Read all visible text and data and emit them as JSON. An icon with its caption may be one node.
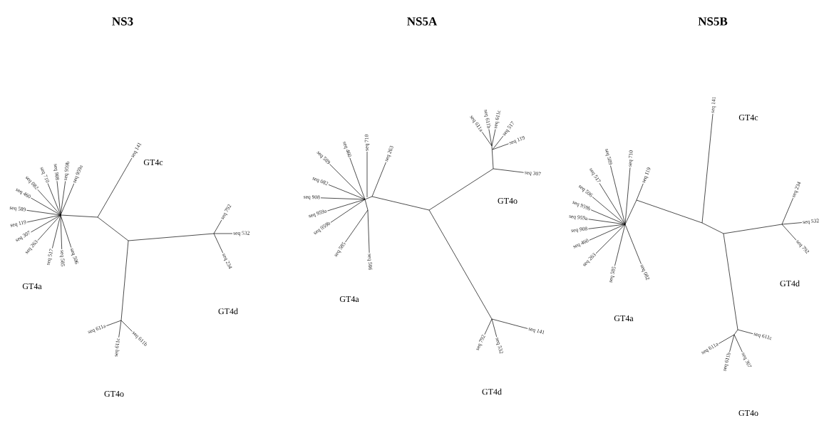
{
  "diagram": {
    "labels": [
      "NS3",
      "NS5A",
      "NS5B",
      "seq 710",
      "seq 908",
      "seq 959b",
      "seq 959a",
      "seq 082",
      "seq 460",
      "seq 589",
      "seq 119",
      "seq 307",
      "seq 263",
      "seq 517",
      "seq 585",
      "seq 506",
      "seq 141",
      "seq 792",
      "seq 532",
      "seq 234",
      "seq 611a",
      "seq 611c",
      "seq 611b",
      "GT4c",
      "GT4a",
      "GT4d",
      "GT4o",
      "seq 589",
      "seq 460",
      "seq 710",
      "seq 263",
      "seq 082",
      "seq 908",
      "seq 959a",
      "seq 959b",
      "seq 585",
      "seq 506",
      "seq 611a",
      "seq 611b",
      "seq 611c",
      "seq 517",
      "seq 119",
      "seq 307",
      "seq 141",
      "seq 792",
      "seq 532",
      "GT4o",
      "GT4a",
      "GT4d",
      "seq 141",
      "seq 517",
      "seq 589",
      "seq 710",
      "seq 119",
      "seq 506",
      "seq 959b",
      "seq 959a",
      "seq 908",
      "seq 460",
      "seq 263",
      "seq 585",
      "seq 082",
      "seq 234",
      "seq 532",
      "seq 792",
      "seq 611c",
      "seq 611a",
      "seq 611b",
      "seq 307",
      "GT4c",
      "GT4a",
      "GT4d",
      "GT4o"
    ]
  }
}
